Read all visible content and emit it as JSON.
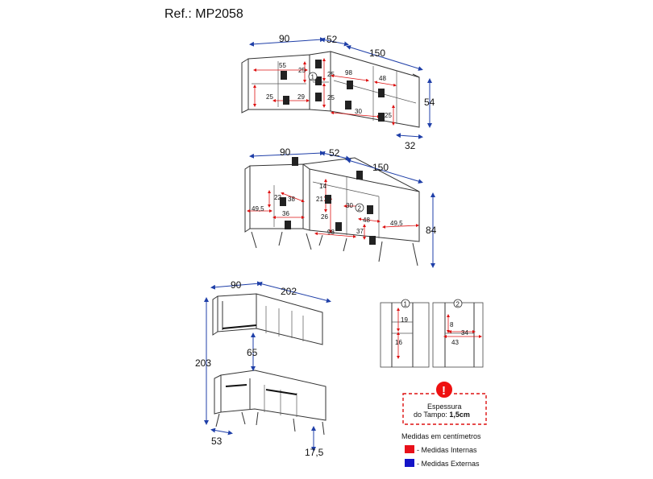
{
  "reference": "Ref.: MP2058",
  "view1": {
    "ext": {
      "w_left": "90",
      "w_mid": "52",
      "w_right": "150",
      "height": "54",
      "depth": "32"
    },
    "int": {
      "a": "55",
      "b": "25",
      "c": "25",
      "d": "29",
      "e": "25",
      "f": "25",
      "g": "98",
      "h": "48",
      "i": "30",
      "j": "25"
    },
    "marker": "1"
  },
  "view2": {
    "ext": {
      "w_left": "90",
      "w_mid": "52",
      "w_right": "150",
      "height": "84"
    },
    "int": {
      "a": "14",
      "b": "22",
      "c": "38",
      "d": "21",
      "e": "49,5",
      "f": "36",
      "g": "26",
      "h": "30",
      "i": "48",
      "j": "49,5",
      "k": "98",
      "l": "37"
    },
    "marker": "2"
  },
  "view3": {
    "ext": {
      "w_left": "90",
      "w_right": "202",
      "height": "203",
      "gap": "65",
      "depth": "53",
      "feet": "17,5"
    }
  },
  "details": [
    {
      "marker": "1",
      "dims": [
        "19",
        "16"
      ]
    },
    {
      "marker": "2",
      "dims": [
        "8",
        "34",
        "43"
      ]
    }
  ],
  "notice": {
    "line1": "Espessura",
    "line2": "do Tampo: ",
    "value": "1,5cm",
    "icon": "exclamation-icon"
  },
  "legend": {
    "title": "Medidas em centímetros",
    "items": [
      {
        "color": "#e8101a",
        "label": "- Medidas Internas"
      },
      {
        "color": "#1414c8",
        "label": "- Medidas Externas"
      }
    ]
  }
}
